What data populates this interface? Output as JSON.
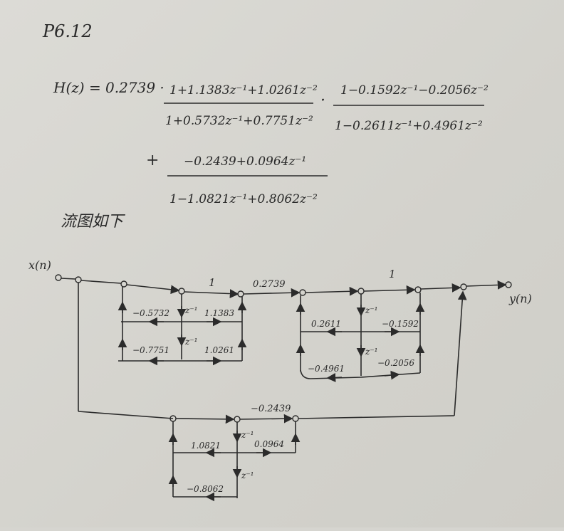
{
  "title": "P6.12",
  "equation": {
    "lhs": "H(z) = 0.2739 ·",
    "frac1_num": "1+1.1383z⁻¹+1.0261z⁻²",
    "frac1_den": "1+0.5732z⁻¹+0.7751z⁻²",
    "dot": "·",
    "frac2_num": "1−0.1592z⁻¹−0.2056z⁻²",
    "frac2_den": "1−0.2611z⁻¹+0.4961z⁻²",
    "plus": "+",
    "frac3_num": "−0.2439+0.0964z⁻¹",
    "frac3_den": "1−1.0821z⁻¹+0.8062z⁻²"
  },
  "caption": "流图如下",
  "diagram": {
    "input_label": "x(n)",
    "output_label": "y(n)",
    "gain_section1": "1",
    "gain_mid": "0.2739",
    "gain_section2": "1",
    "gain_parallel": "−0.2439",
    "delay": "z⁻¹",
    "s1_fb1": "−0.5732",
    "s1_fb2": "−0.7751",
    "s1_ff1": "1.1383",
    "s1_ff2": "1.0261",
    "s2_fb1": "0.2611",
    "s2_fb2": "−0.4961",
    "s2_ff1": "−0.1592",
    "s2_ff2": "−0.2056",
    "s3_fb1": "1.0821",
    "s3_fb2": "−0.8062",
    "s3_ff1": "0.0964"
  }
}
